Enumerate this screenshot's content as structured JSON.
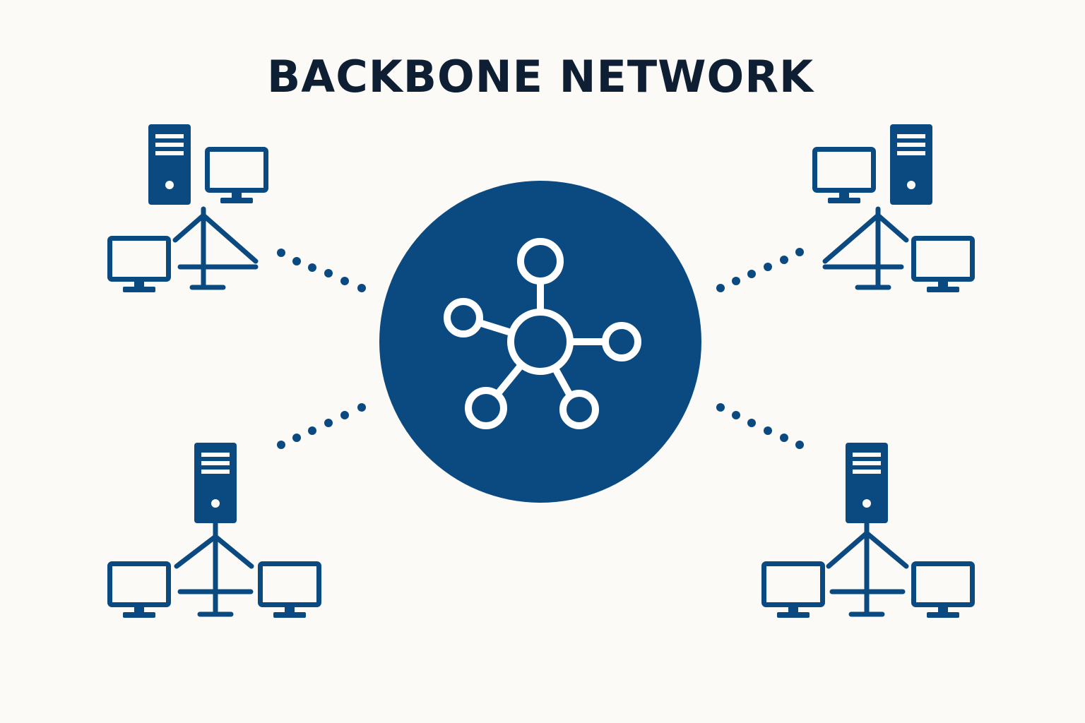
{
  "title": "BACKBONE NETWORK",
  "colors": {
    "background": "#fbfaf7",
    "primary": "#0b4a80",
    "node_fill": "#ffffff",
    "title_text": "#0f1f33"
  },
  "icons": {
    "hub": "network-hub-icon",
    "server": "server-tower-icon",
    "monitor": "monitor-icon",
    "connection": "dotted-link"
  },
  "clusters": [
    {
      "name": "top-left",
      "server": 1,
      "monitors": 2
    },
    {
      "name": "top-right",
      "server": 1,
      "monitors": 2
    },
    {
      "name": "bottom-left",
      "server": 1,
      "monitors": 2
    },
    {
      "name": "bottom-right",
      "server": 1,
      "monitors": 2
    }
  ]
}
